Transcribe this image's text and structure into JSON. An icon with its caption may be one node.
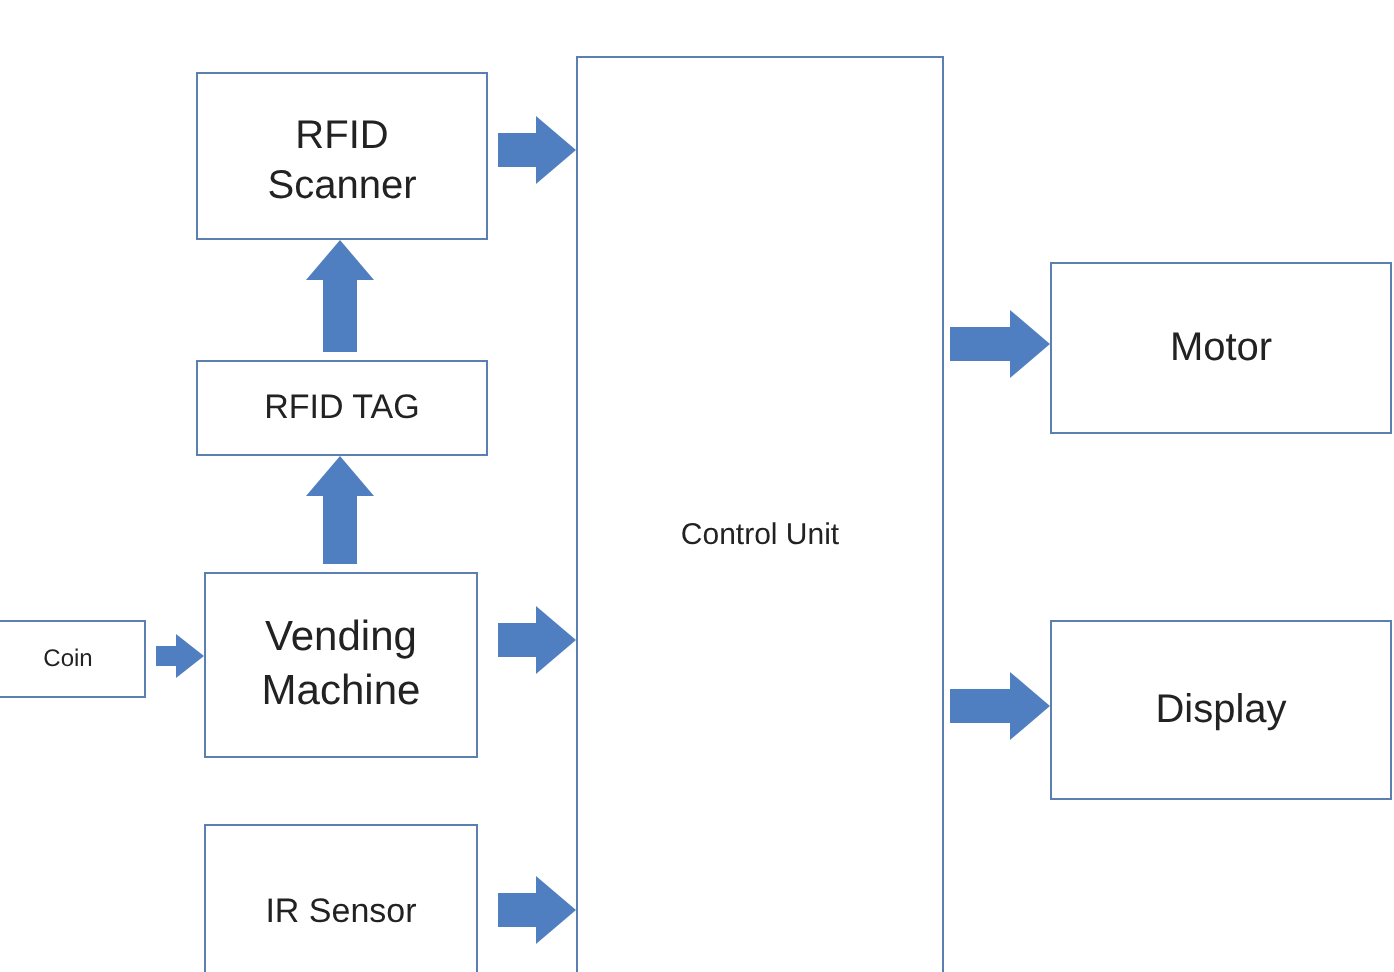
{
  "diagram": {
    "nodes": [
      {
        "text": [
          "RFID Scanner"
        ]
      },
      {
        "text": [
          "RFID TAG"
        ]
      },
      {
        "text": [
          "Coin"
        ]
      },
      {
        "text": [
          "Vending Machine"
        ]
      },
      {
        "text": [
          "IR Sensor"
        ]
      },
      {
        "text": [
          "Control Unit"
        ]
      },
      {
        "text": [
          "Motor"
        ]
      },
      {
        "text": [
          "Display"
        ]
      }
    ],
    "edges": [
      {
        "from": 0,
        "to": 5,
        "arrow": "to"
      },
      {
        "from": 1,
        "to": 0,
        "arrow": "to"
      },
      {
        "from": 3,
        "to": 1,
        "arrow": "to"
      },
      {
        "from": 2,
        "to": 3,
        "arrow": "to"
      },
      {
        "from": 3,
        "to": 5,
        "arrow": "to"
      },
      {
        "from": 4,
        "to": 5,
        "arrow": "to"
      },
      {
        "from": 5,
        "to": 6,
        "arrow": "to"
      },
      {
        "from": 5,
        "to": 7,
        "arrow": "to"
      }
    ]
  }
}
